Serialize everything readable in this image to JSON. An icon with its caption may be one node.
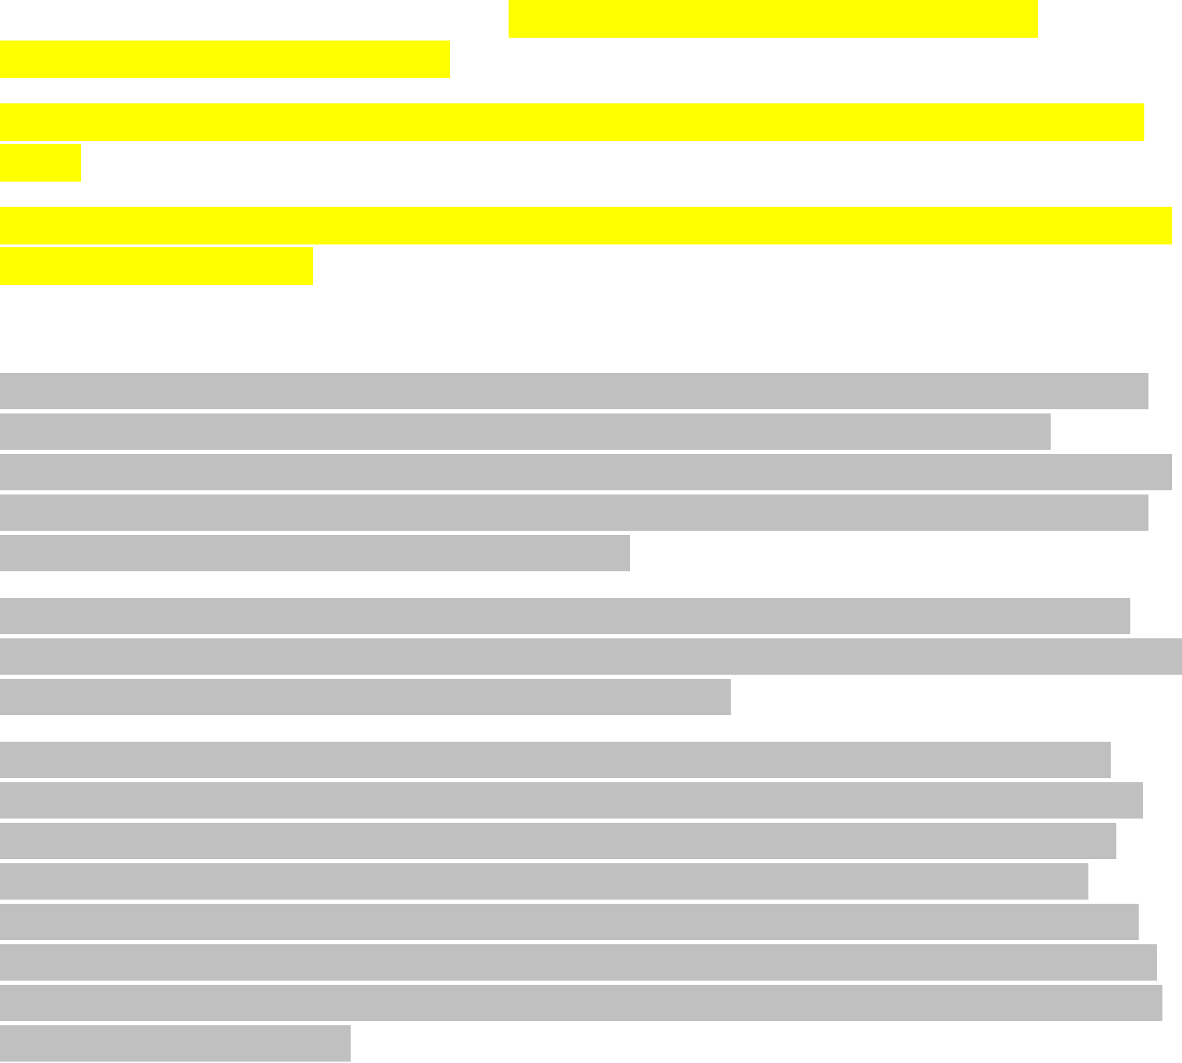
{
  "diagram": {
    "nodes": [
      {
        "text": [],
        "shape": "bar"
      },
      {
        "text": [],
        "shape": "bar"
      },
      {
        "text": [],
        "shape": "bar"
      },
      {
        "text": [],
        "shape": "bar"
      },
      {
        "text": [],
        "shape": "bar"
      },
      {
        "text": [],
        "shape": "bar"
      },
      {
        "text": [],
        "shape": "bar"
      },
      {
        "text": [],
        "shape": "bar"
      },
      {
        "text": [],
        "shape": "bar"
      },
      {
        "text": [],
        "shape": "bar"
      },
      {
        "text": [],
        "shape": "bar"
      },
      {
        "text": [],
        "shape": "bar"
      },
      {
        "text": [],
        "shape": "bar"
      },
      {
        "text": [],
        "shape": "bar"
      },
      {
        "text": [],
        "shape": "bar"
      },
      {
        "text": [],
        "shape": "bar"
      },
      {
        "text": [],
        "shape": "bar"
      },
      {
        "text": [],
        "shape": "bar"
      },
      {
        "text": [],
        "shape": "bar"
      },
      {
        "text": [],
        "shape": "bar"
      },
      {
        "text": [],
        "shape": "bar"
      },
      {
        "text": [],
        "shape": "bar"
      }
    ]
  }
}
